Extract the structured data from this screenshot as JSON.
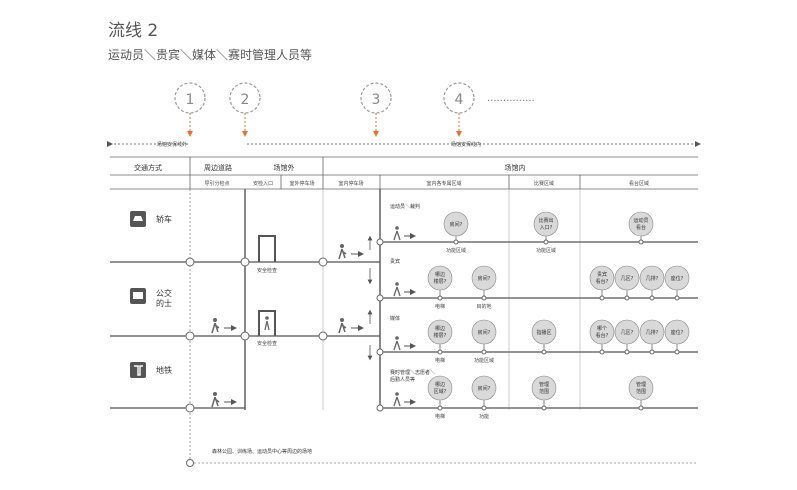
{
  "title": "流线 2",
  "subtitle": "运动员＼贵宾＼媒体＼赛时管理人员等",
  "markers": [
    "1",
    "2",
    "3",
    "4"
  ],
  "ellipsis": "...............",
  "zones": {
    "outside": "场馆安保线外",
    "inside": "场馆安保线内"
  },
  "headers": {
    "traffic": "交通方式",
    "road": "周边道路",
    "venue_out": "场馆外",
    "venue_in": "场馆内",
    "road_sub": "导引分检点",
    "gate": "安检入口",
    "parking_out": "室外停车场",
    "parking_in": "室内停车场",
    "exclusive": "室内各专属区域",
    "competition": "比赛区域",
    "stand": "看台区域"
  },
  "transport": {
    "car": "轿车",
    "bus": "公交\n的士",
    "metro": "地铁"
  },
  "checkpoints": {
    "security_check_1": "安全检查",
    "security_check_2": "安全检查"
  },
  "groups": {
    "athlete": {
      "label": "运动员＼裁判",
      "nodes": [
        "房间?",
        "比赛出\n入口?",
        "运动员\n看台"
      ],
      "captions": [
        "功能区域",
        "功能区域"
      ]
    },
    "vip": {
      "label": "贵宾",
      "nodes": [
        "贵宾\n看台?",
        "几区?",
        "几排?",
        "座位?"
      ],
      "left_nodes": [
        "哪边\n楼层?",
        "房间?"
      ],
      "captions": [
        "电梯",
        "目的地"
      ]
    },
    "media": {
      "label": "媒体",
      "nodes": [
        "哪边\n楼层?",
        "房间?",
        "哪个\n看台?",
        "几区?",
        "几排?",
        "座位?"
      ],
      "mixed": "指播区",
      "captions": [
        "电梯",
        "功能区域"
      ]
    },
    "staff": {
      "label": "赛时管理＼志愿者＼\n后勤人员等",
      "nodes": [
        "哪边\n区域?",
        "房间?",
        "管理\n范围",
        "管理\n范围"
      ],
      "captions": [
        "电梯",
        "功能"
      ]
    }
  },
  "footnote": "森林公园、训练场、运动员中心等周边的场地",
  "colors": {
    "accent": "#e8722c",
    "line": "#555555",
    "node_fill": "#d9d9d9",
    "text": "#333333"
  }
}
